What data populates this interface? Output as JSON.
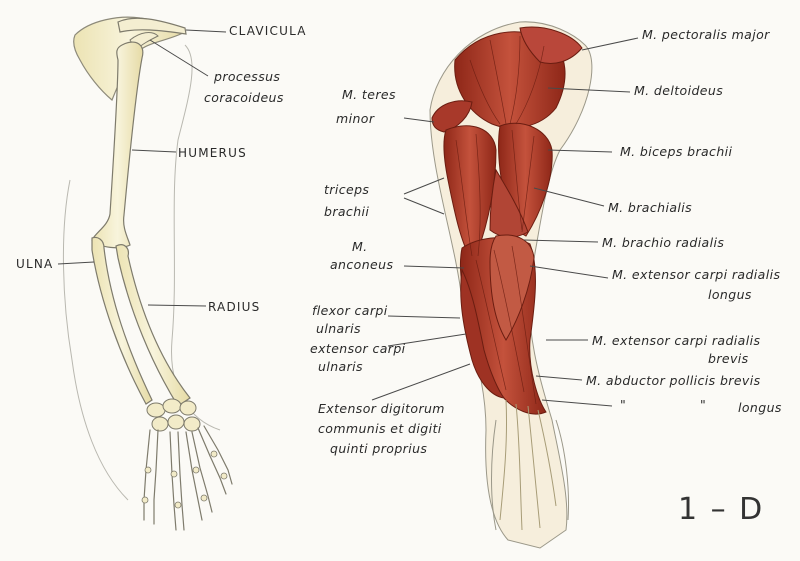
{
  "skeleton_labels": {
    "clavicula": "CLAVICULA",
    "processus": "processus",
    "coracoideus": "coracoideus",
    "humerus": "HUMERUS",
    "ulna": "ULNA",
    "radius": "RADIUS"
  },
  "muscle_labels": {
    "teres_1": "M. teres",
    "teres_2": "minor",
    "triceps_1": "triceps",
    "triceps_2": "brachii",
    "anconeus_1": "M.",
    "anconeus_2": "anconeus",
    "flexor_1": "flexor carpi",
    "flexor_2": "ulnaris",
    "extensor_ulnaris_1": "extensor carpi",
    "extensor_ulnaris_2": "ulnaris",
    "digitorum_1": "Extensor digitorum",
    "digitorum_2": "communis et digiti",
    "digitorum_3": "quinti proprius",
    "pectoralis": "M. pectoralis major",
    "deltoideus": "M. deltoideus",
    "biceps": "M. biceps brachii",
    "brachialis": "M. brachialis",
    "brachioradialis": "M. brachio radialis",
    "ext_longus_1": "M. extensor carpi radialis",
    "ext_longus_2": "longus",
    "ext_brevis_1": "M. extensor carpi radialis",
    "ext_brevis_2": "brevis",
    "abductor": "M. abductor pollicis brevis",
    "ditto": "\"",
    "ditto2": "\"",
    "longus": "longus"
  },
  "sheet_id": "1 – D",
  "colors": {
    "paper": "#fbfaf6",
    "bone_fill": "#f3edc6",
    "bone_outline": "#8d8a7a",
    "muscle_dark": "#9c2d1d",
    "muscle_mid": "#c0503b",
    "muscle_light": "#d98a74",
    "tendon": "#eee7c8",
    "leader_line": "#4a4a4a"
  }
}
